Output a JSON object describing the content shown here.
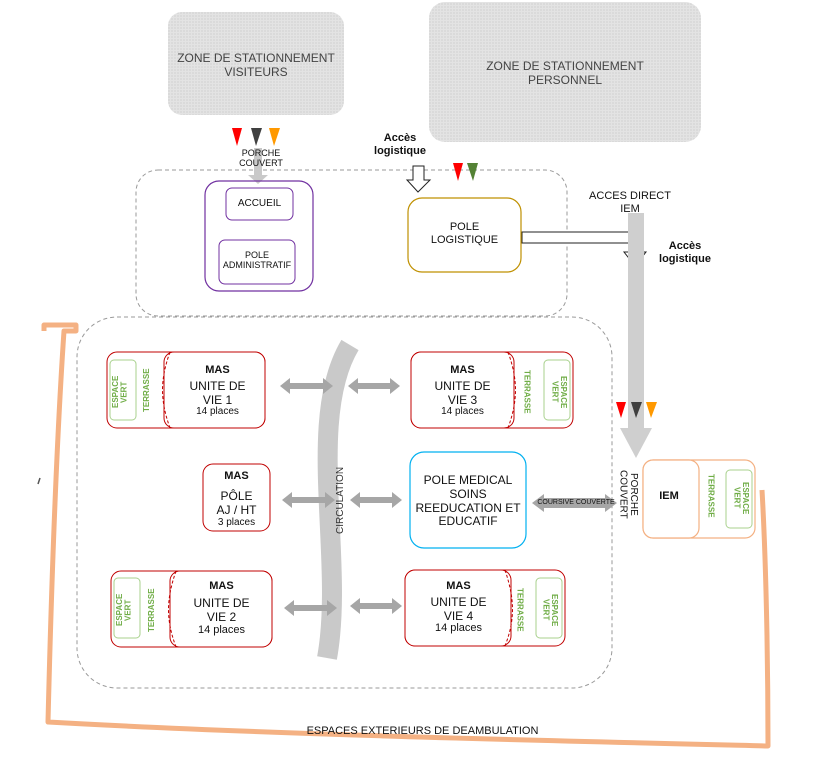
{
  "parking": {
    "visitors": "ZONE DE STATIONNEMENT\nVISITEURS",
    "staff": "ZONE DE STATIONNEMENT\nPERSONNEL"
  },
  "porche_top": "PORCHE\nCOUVERT",
  "acces_logistique_top": "Accès\nlogistique",
  "acces_direct_iem": "ACCES DIRECT\nIEM",
  "acces_logistique_right": "Accès\nlogistique",
  "accueil": "ACCUEIL",
  "pole_administratif": "POLE\nADMINISTRATIF",
  "pole_logistique": "POLE\nLOGISTIQUE",
  "units": {
    "u1": {
      "title": "MAS",
      "name": "UNITE DE\nVIE 1",
      "places": "14 places",
      "terrasse": "TERRASSE",
      "espace": "ESPACE\nVERT"
    },
    "u3": {
      "title": "MAS",
      "name": "UNITE DE\nVIE 3",
      "places": "14 places",
      "terrasse": "TERRASSE",
      "espace": "ESPACE\nVERT"
    },
    "aj": {
      "title": "MAS",
      "name": "PÔLE\nAJ / HT",
      "places": "3 places"
    },
    "u2": {
      "title": "MAS",
      "name": "UNITE DE\nVIE 2",
      "places": "14 places",
      "terrasse": "TERRASSE",
      "espace": "ESPACE\nVERT"
    },
    "u4": {
      "title": "MAS",
      "name": "UNITE DE\nVIE 4",
      "places": "14 places",
      "terrasse": "TERRASSE",
      "espace": "ESPACE\nVERT"
    }
  },
  "pole_medical": "POLE MEDICAL\nSOINS\nREEDUCATION ET\nEDUCATIF",
  "circulation": "CIRCULATION",
  "coursive": "COURSIVE  COUVERTE",
  "porche_right": "PORCHE\nCOUVERT",
  "iem": {
    "title": "IEM",
    "terrasse": "TERRASSE",
    "espace": "ESPACE\nVERT"
  },
  "espaces_exterieurs": "ESPACES EXTERIEURS DE DEAMBULATION",
  "colors": {
    "flag_red": "#ff0000",
    "flag_dark": "#404040",
    "flag_orange": "#ff9900",
    "flag_green": "#548235",
    "unit_border": "#c00000",
    "admin_border": "#7030a0",
    "logistics_border": "#bf9000",
    "medical_border": "#00b0f0",
    "iem_border": "#f4b183",
    "green_text": "#70ad47"
  }
}
